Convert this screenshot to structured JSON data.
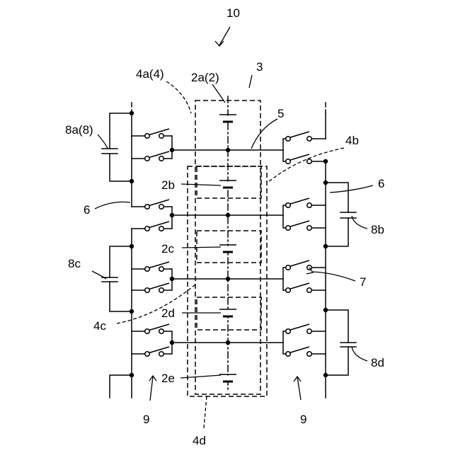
{
  "labels": {
    "fig_number": "10",
    "ref_3": "3",
    "ref_4a": "4a(4)",
    "ref_2a": "2a(2)",
    "ref_5": "5",
    "ref_4b": "4b",
    "ref_8a": "8a(8)",
    "ref_6_right": "6",
    "ref_2b": "2b",
    "ref_6_left": "6",
    "ref_8b": "8b",
    "ref_2c": "2c",
    "ref_8c": "8c",
    "ref_7": "7",
    "ref_4c": "4c",
    "ref_2d": "2d",
    "ref_8d": "8d",
    "ref_2e": "2e",
    "ref_9_left": "9",
    "ref_9_right": "9",
    "ref_4d": "4d"
  }
}
